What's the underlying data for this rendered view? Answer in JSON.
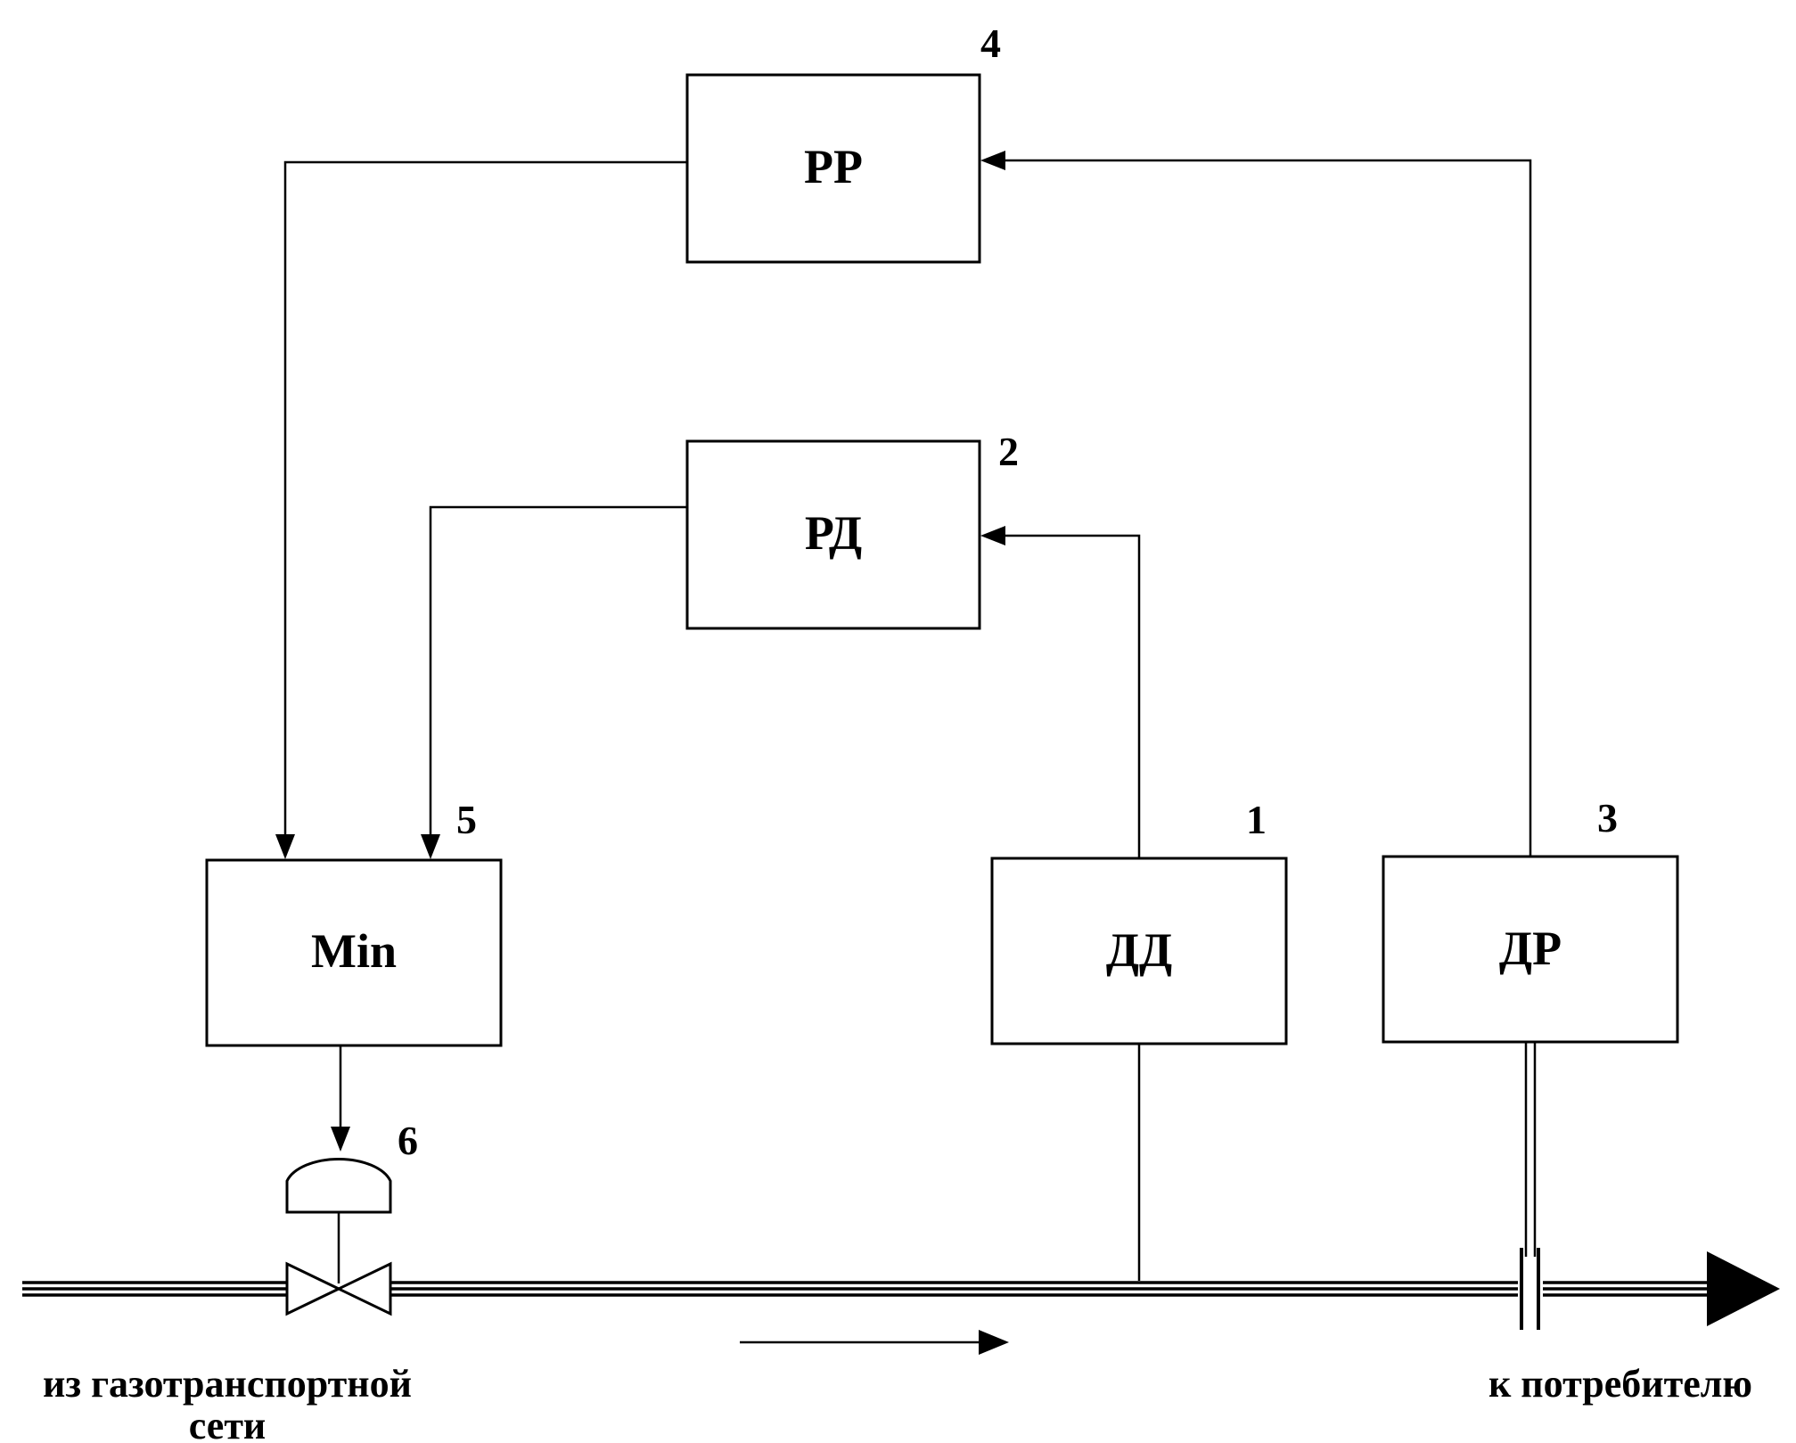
{
  "blocks": {
    "pr": {
      "label": "РР",
      "number": "4"
    },
    "pd": {
      "label": "РД",
      "number": "2"
    },
    "min": {
      "label": "Min",
      "number": "5"
    },
    "dd": {
      "label": "ДД",
      "number": "1"
    },
    "dr": {
      "label": "ДР",
      "number": "3"
    }
  },
  "actuator": {
    "number": "6"
  },
  "captions": {
    "inlet_line1": "из газотранспортной",
    "inlet_line2": "сети",
    "outlet": "к потребителю"
  }
}
